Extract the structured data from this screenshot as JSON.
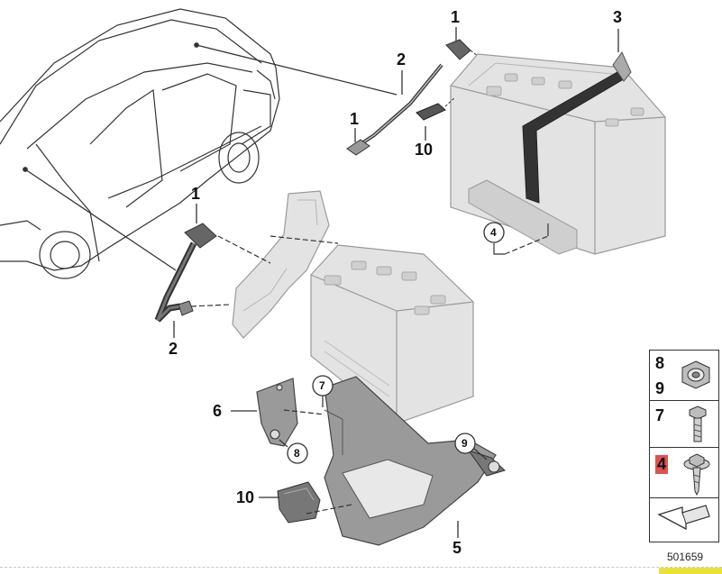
{
  "labels": {
    "top_1": "1",
    "top_2": "2",
    "top_3": "3",
    "top_1b": "1",
    "top_10": "10",
    "bracket_4": "4",
    "mid_1": "1",
    "mid_2": "2",
    "low_6": "6",
    "low_7": "7",
    "low_8": "8",
    "low_9": "9",
    "low_10": "10",
    "low_5": "5"
  },
  "legend": {
    "row1_top": "8",
    "row1_bottom": "9",
    "row2": "7",
    "row3": "4"
  },
  "reference_number": "501659",
  "colors": {
    "line": "#333333",
    "battery_fill": "#e3e3e3",
    "battery_stroke": "#9a9a9a",
    "strap": "#333333",
    "tray_fill": "#9a9a9a",
    "highlight": "#e05050"
  }
}
